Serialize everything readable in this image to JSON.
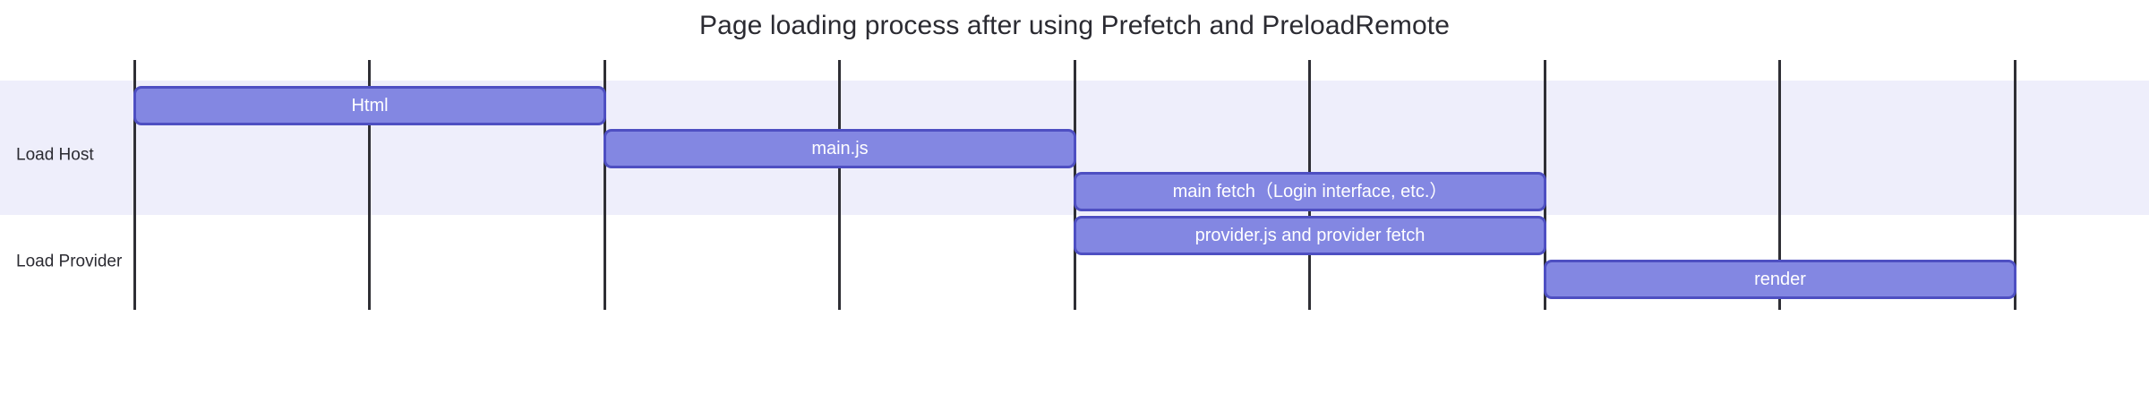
{
  "chart_data": {
    "type": "bar",
    "title": "Page loading process after using Prefetch and PreloadRemote",
    "subtitle": "",
    "xlabel": "",
    "ylabel": "",
    "orientation": "horizontal",
    "style": "gantt-timeline",
    "grid": true,
    "legend": false,
    "xlim": [
      0,
      8
    ],
    "x_gridlines": [
      0,
      1,
      2,
      3,
      4,
      5,
      6,
      7,
      8
    ],
    "x_tick_labels": [],
    "categories": [
      "Load Host",
      "Load Provider"
    ],
    "colors": {
      "bar_fill": "#8387e2",
      "bar_border": "#4e4fc2",
      "bar_text": "#ffffff",
      "band_background": "#eeeefb",
      "plot_background": "#ffffff",
      "gridline": "#2f2f35",
      "title_text": "#2b2b32",
      "label_text": "#2b2b32"
    },
    "series": [
      {
        "name": "Html",
        "row": "Load Host",
        "start": 0,
        "end": 2,
        "duration": 2
      },
      {
        "name": "main.js",
        "row": "Load Host",
        "start": 2,
        "end": 4,
        "duration": 2
      },
      {
        "name": "main fetch（Login interface, etc.）",
        "row": "Load Host",
        "start": 4,
        "end": 6,
        "duration": 2
      },
      {
        "name": "provider.js and provider fetch",
        "row": "Load Provider",
        "start": 4,
        "end": 6,
        "duration": 2
      },
      {
        "name": "render",
        "row": "Load Provider",
        "start": 6,
        "end": 8,
        "duration": 2
      }
    ]
  },
  "chart": {
    "title": "Page loading process after using Prefetch and PreloadRemote",
    "rows": [
      {
        "label": "Load Host"
      },
      {
        "label": "Load Provider"
      }
    ],
    "bars": [
      {
        "label": "Html"
      },
      {
        "label": "main.js"
      },
      {
        "label": "main fetch（Login interface, etc.）"
      },
      {
        "label": "provider.js and provider fetch"
      },
      {
        "label": "render"
      }
    ]
  }
}
